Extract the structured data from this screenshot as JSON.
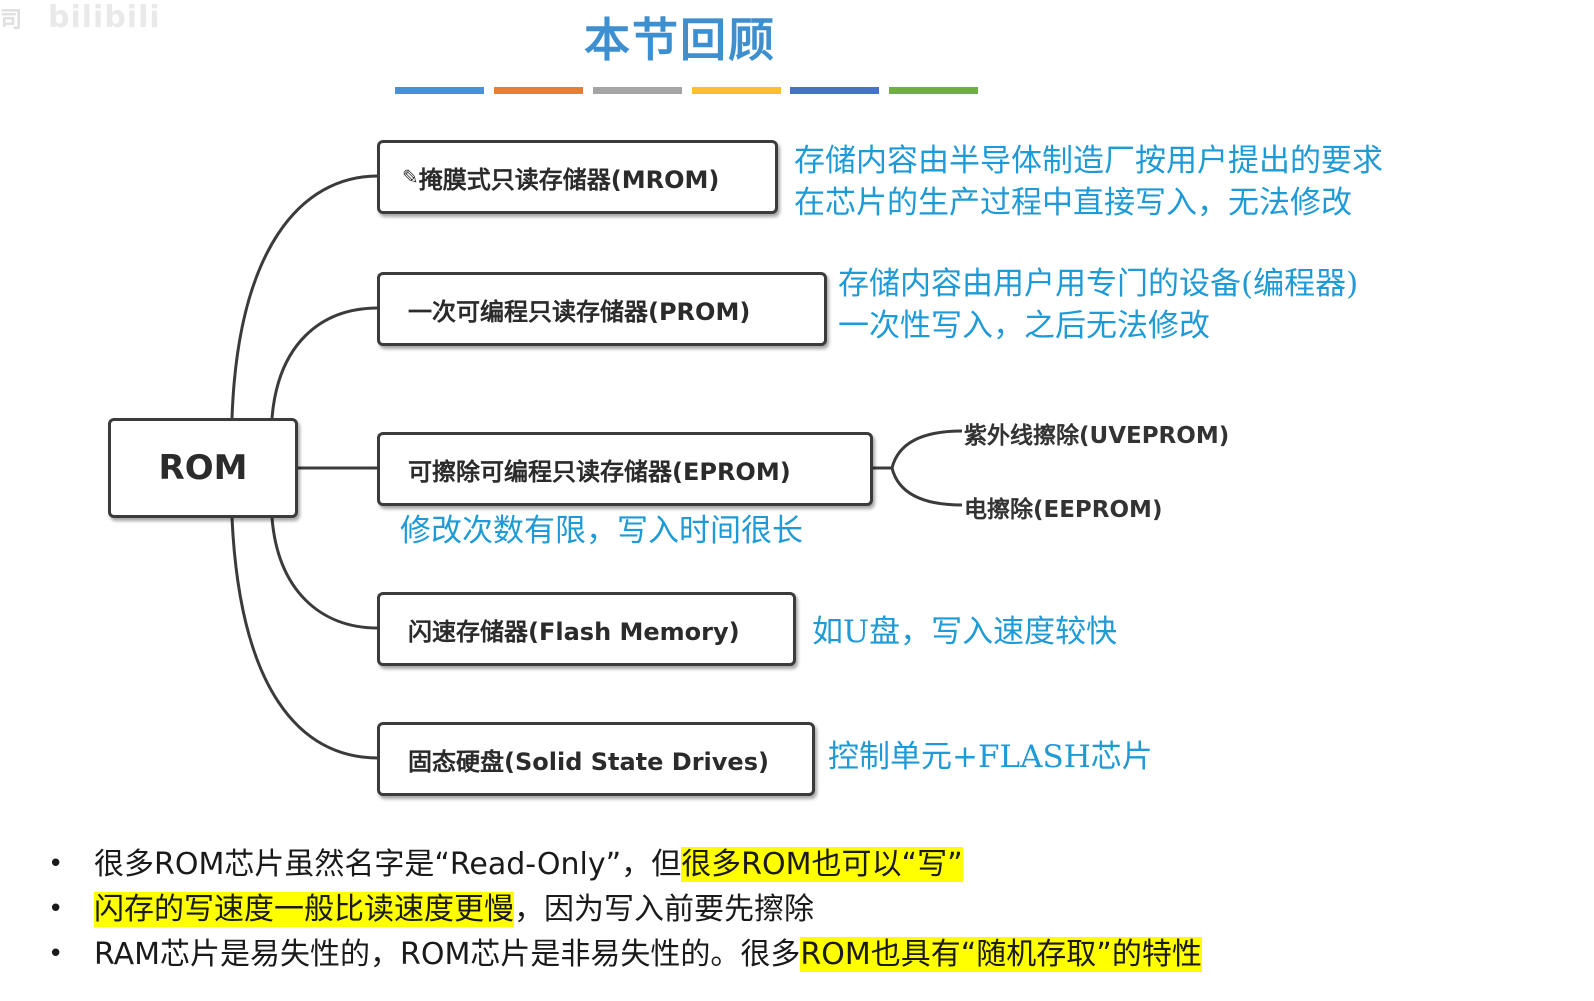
{
  "watermark": {
    "left": "司",
    "logo": "bilibili"
  },
  "title": "本节回顾",
  "colors": {
    "title": "#3d8fcf",
    "note": "#1e9ad6",
    "highlight": "#ffff00",
    "bars": [
      "#4a90d2",
      "#ec7c30",
      "#a5a5a5",
      "#fdbf2d",
      "#4472c4",
      "#70ad47"
    ]
  },
  "mindmap": {
    "root": "ROM",
    "nodes": [
      {
        "label": "掩膜式只读存储器(MROM)",
        "icon": "pencil-icon",
        "note": [
          "存储内容由半导体制造厂按用户提出的要求",
          "在芯片的生产过程中直接写入，无法修改"
        ]
      },
      {
        "label": "一次可编程只读存储器(PROM)",
        "note": [
          "存储内容由用户用专门的设备(编程器)",
          "一次性写入，之后无法修改"
        ]
      },
      {
        "label": "可擦除可编程只读存储器(EPROM)",
        "note": [
          "修改次数有限，写入时间很长"
        ],
        "children": [
          "紫外线擦除(UVEPROM)",
          "电擦除(EEPROM)"
        ]
      },
      {
        "label": "闪速存储器(Flash Memory)",
        "note": [
          "如U盘，写入速度较快"
        ]
      },
      {
        "label": "固态硬盘(Solid State Drives)",
        "note": [
          "控制单元+FLASH芯片"
        ]
      }
    ]
  },
  "bullets": [
    {
      "marker": "•",
      "plain": "很多ROM芯片虽然名字是“Read-Only”，但",
      "highlight": "很多ROM也可以“写”",
      "rest": ""
    },
    {
      "marker": "•",
      "plain": "",
      "highlight": "闪存的写速度一般比读速度更慢",
      "rest": "，因为写入前要先擦除"
    },
    {
      "marker": "•",
      "plain": "RAM芯片是易失性的，ROM芯片是非易失性的。很多",
      "highlight": "ROM也具有“随机存取”的特性",
      "rest": ""
    }
  ]
}
